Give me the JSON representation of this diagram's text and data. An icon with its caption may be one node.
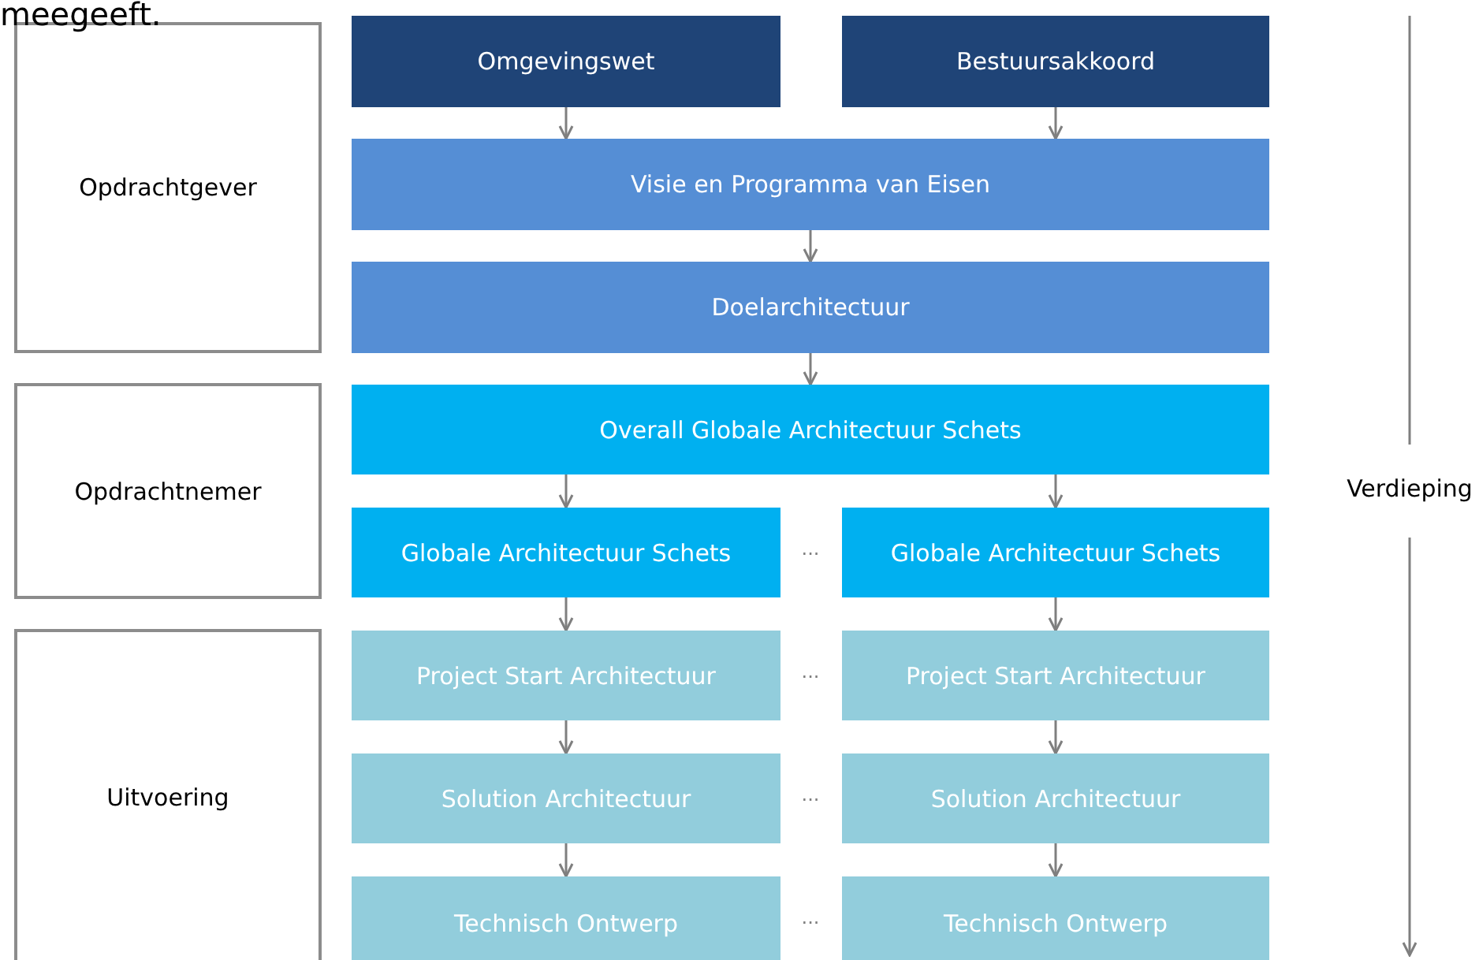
{
  "diagram": {
    "nodes": [
      {
        "text": [
          "Opdrachtgever"
        ]
      },
      {
        "text": [
          "Opdrachtnemer"
        ]
      },
      {
        "text": [
          "Uitvoering"
        ]
      },
      {
        "text": [
          "Omgevingswet"
        ]
      },
      {
        "text": [
          "Bestuursakkoord"
        ]
      },
      {
        "text": [
          "Visie en Programma van Eisen"
        ]
      },
      {
        "text": [
          "Doelarchitectuur"
        ]
      },
      {
        "text": [
          "Overall Globale Architectuur Schets"
        ]
      },
      {
        "text": [
          "Globale Architectuur Schets"
        ]
      },
      {
        "text": [
          "Globale Architectuur Schets"
        ]
      },
      {
        "text": [
          "Project Start Architectuur"
        ]
      },
      {
        "text": [
          "Project Start Architectuur"
        ]
      },
      {
        "text": [
          "Solution Architectuur"
        ]
      },
      {
        "text": [
          "Solution Architectuur"
        ]
      },
      {
        "text": [
          "Technisch Ontwerp"
        ]
      },
      {
        "text": [
          "Technisch Ontwerp"
        ]
      }
    ],
    "edges": [
      {
        "from": 3,
        "to": 5,
        "arrow": "to"
      },
      {
        "from": 4,
        "to": 5,
        "arrow": "to"
      },
      {
        "from": 5,
        "to": 6,
        "arrow": "to"
      },
      {
        "from": 6,
        "to": 7,
        "arrow": "to"
      },
      {
        "from": 7,
        "to": 8,
        "arrow": "to"
      },
      {
        "from": 7,
        "to": 9,
        "arrow": "to"
      },
      {
        "from": 8,
        "to": 10,
        "arrow": "to"
      },
      {
        "from": 9,
        "to": 11,
        "arrow": "to"
      },
      {
        "from": 10,
        "to": 12,
        "arrow": "to"
      },
      {
        "from": 11,
        "to": 13,
        "arrow": "to"
      },
      {
        "from": 12,
        "to": 14,
        "arrow": "to"
      },
      {
        "from": 13,
        "to": 15,
        "arrow": "to"
      }
    ],
    "labels": [
      "meegeeft.",
      "...",
      "...",
      "...",
      "...",
      "Verdieping"
    ]
  }
}
